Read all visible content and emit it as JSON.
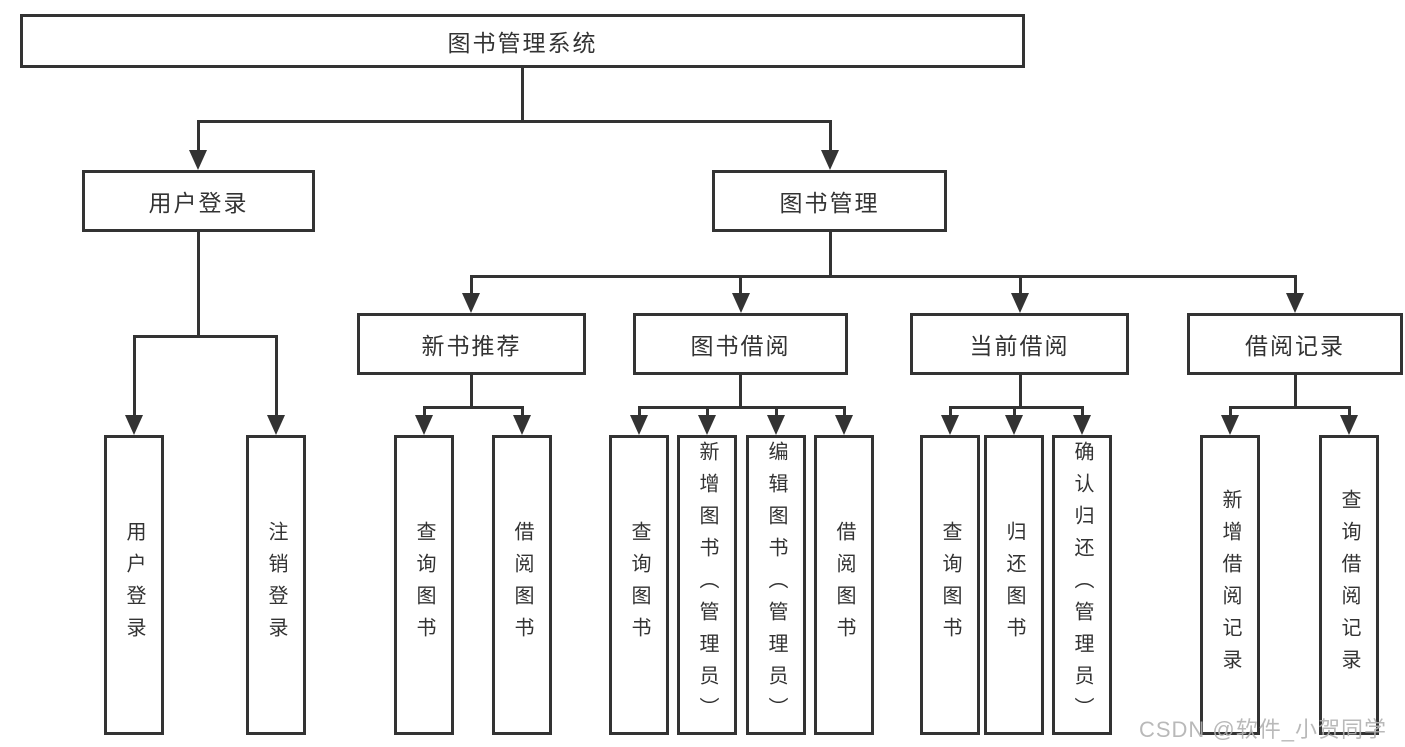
{
  "diagram": {
    "root": {
      "label": "图书管理系统"
    },
    "level2": [
      {
        "label": "用户登录"
      },
      {
        "label": "图书管理"
      }
    ],
    "level3": [
      {
        "label": "新书推荐"
      },
      {
        "label": "图书借阅"
      },
      {
        "label": "当前借阅"
      },
      {
        "label": "借阅记录"
      }
    ],
    "leaves": {
      "user_login": [
        "用户登录",
        "注销登录"
      ],
      "new_books": [
        "查询图书",
        "借阅图书"
      ],
      "book_borrow": [
        "查询图书",
        "新增图书（管理员）",
        "编辑图书（管理员）",
        "借阅图书"
      ],
      "current_borrow": [
        "查询图书",
        "归还图书",
        "确认归还（管理员）"
      ],
      "borrow_records": [
        "新增借阅记录",
        "查询借阅记录"
      ]
    }
  },
  "watermark": {
    "text": "CSDN @软件_小贺同学"
  },
  "colors": {
    "line": "#333333",
    "text": "#333333",
    "watermark": "#b2b2b2",
    "background": "#ffffff"
  }
}
